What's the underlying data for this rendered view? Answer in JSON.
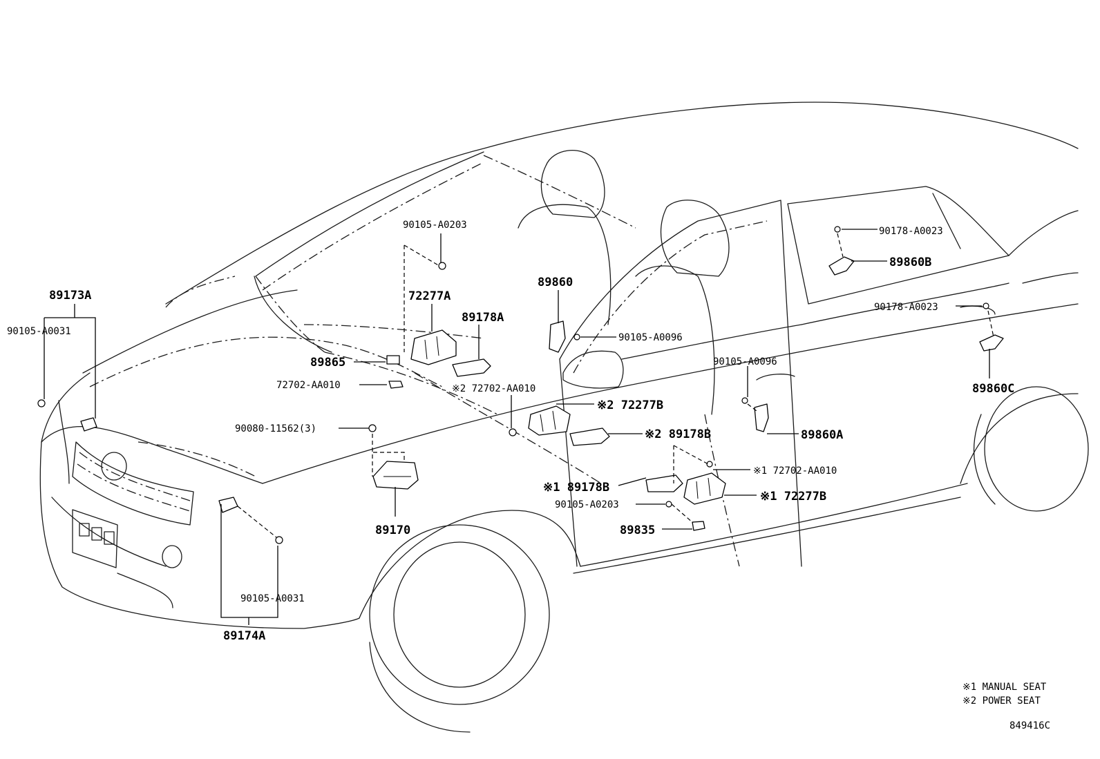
{
  "labels": {
    "p_90105_A0203_top": "90105-A0203",
    "p_72277A": "72277A",
    "p_89860": "89860",
    "p_89178A": "89178A",
    "p_90105_A0096_mid": "90105-A0096",
    "p_89173A": "89173A",
    "p_90105_A0031_left": "90105-A0031",
    "p_89865": "89865",
    "p_72702_AA010_left": "72702-AA010",
    "p_72702_AA010_ps": "※2 72702-AA010",
    "p_72277B_ps": "※2 72277B",
    "p_90080_11562": "90080-11562(3)",
    "p_89178B_ps": "※2 89178B",
    "p_72702_AA010_ms": "※1 72702-AA010",
    "p_89178B_ms": "※1 89178B",
    "p_72277B_ms": "※1 72277B",
    "p_90105_A0203_low": "90105-A0203",
    "p_89835": "89835",
    "p_89170": "89170",
    "p_90105_A0031_low": "90105-A0031",
    "p_89174A": "89174A",
    "p_90178_A0023_top": "90178-A0023",
    "p_89860B": "89860B",
    "p_90178_A0023_mid": "90178-A0023",
    "p_89860C": "89860C",
    "p_90105_A0096_right": "90105-A0096",
    "p_89860A": "89860A"
  },
  "legend": {
    "manual": "※1 MANUAL SEAT",
    "power": "※2 POWER SEAT"
  },
  "diagram_code": "849416C"
}
